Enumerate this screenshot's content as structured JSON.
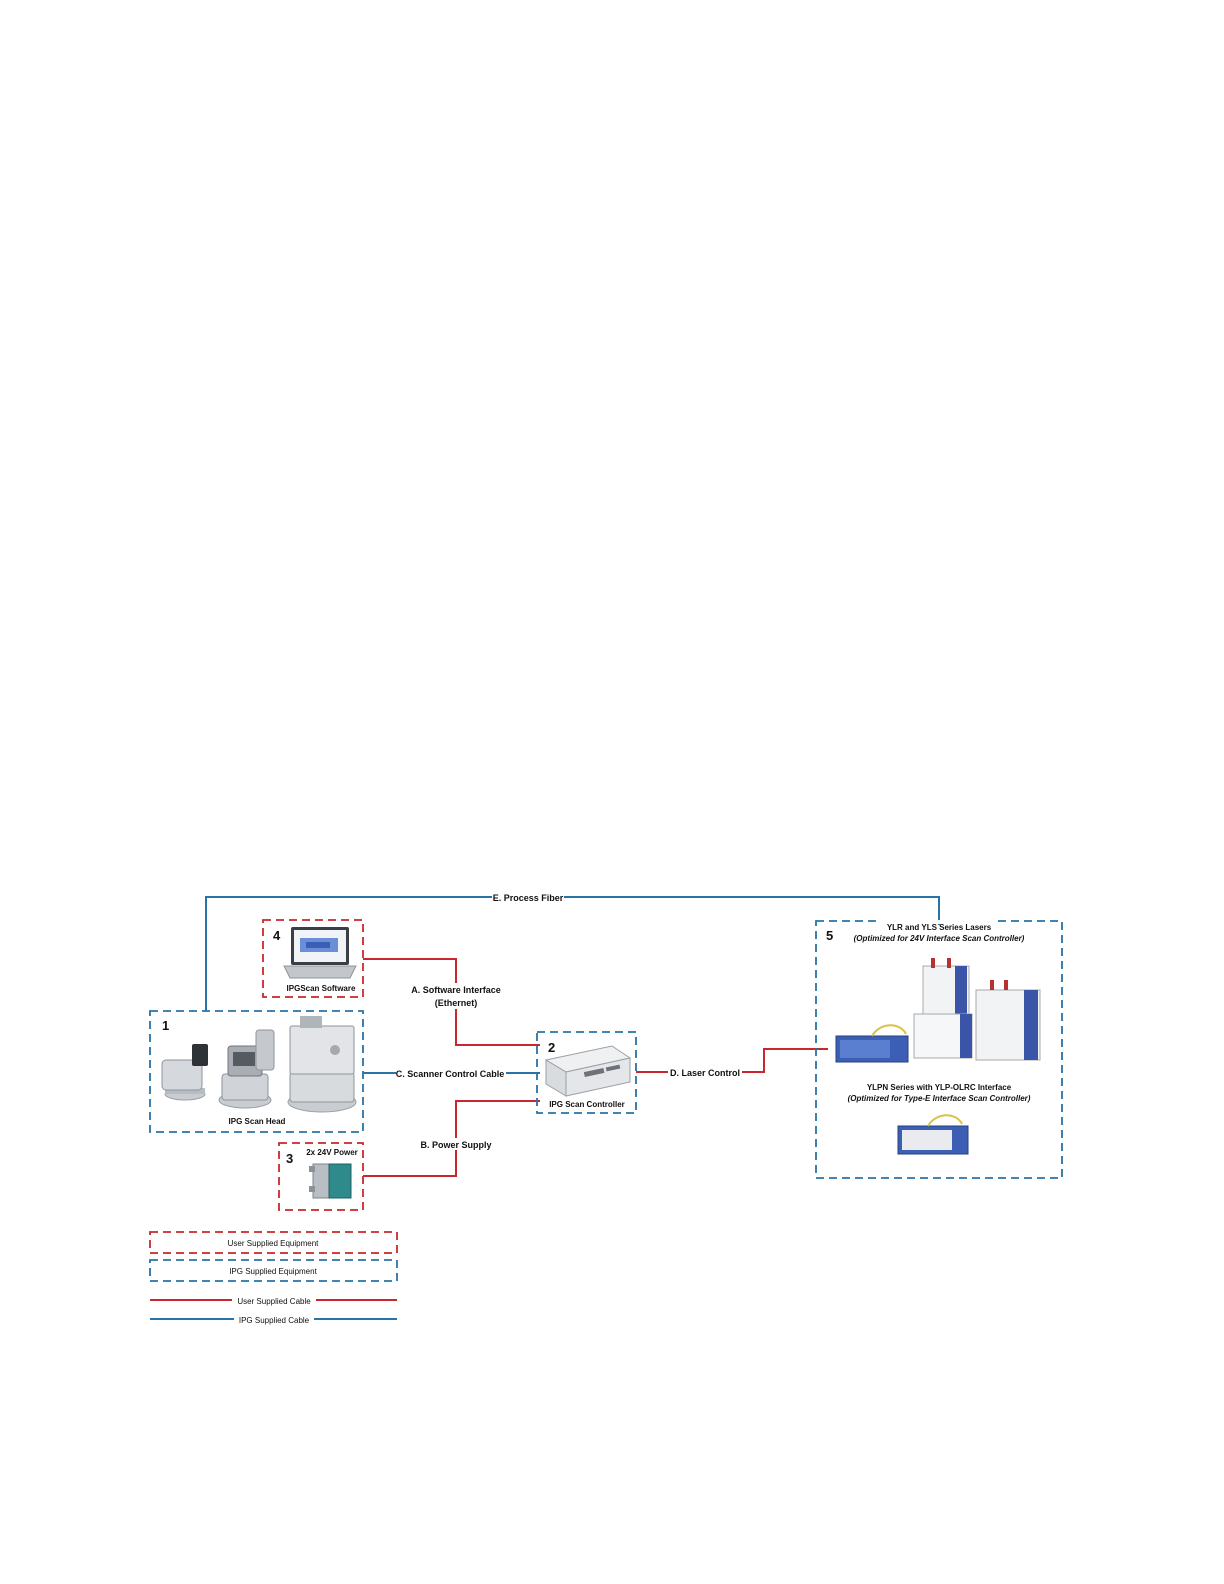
{
  "colors": {
    "user": "#c8282d",
    "ipg": "#2873a8"
  },
  "components": {
    "scan_head": {
      "number": "1",
      "label": "IPG Scan Head"
    },
    "controller": {
      "number": "2",
      "label": "IPG Scan Controller"
    },
    "power": {
      "number": "3",
      "label": "2x 24V Power"
    },
    "software": {
      "number": "4",
      "label": "IPGScan Software"
    },
    "lasers": {
      "number": "5",
      "top_title": "YLR and YLS Series Lasers",
      "top_subtitle": "(Optimized for 24V Interface Scan Controller)",
      "bottom_title": "YLPN Series with YLP-OLRC Interface",
      "bottom_subtitle": "(Optimized for Type-E Interface Scan Controller)"
    }
  },
  "cables": {
    "software_line1": "A. Software Interface",
    "software_line2": "(Ethernet)",
    "power": "B. Power Supply",
    "scanner": "C. Scanner Control Cable",
    "laser": "D. Laser Control",
    "fiber": "E. Process Fiber"
  },
  "legend": {
    "user_equipment": "User Supplied Equipment",
    "ipg_equipment": "IPG Supplied Equipment",
    "user_cable": "User Supplied Cable",
    "ipg_cable": "IPG Supplied Cable"
  }
}
